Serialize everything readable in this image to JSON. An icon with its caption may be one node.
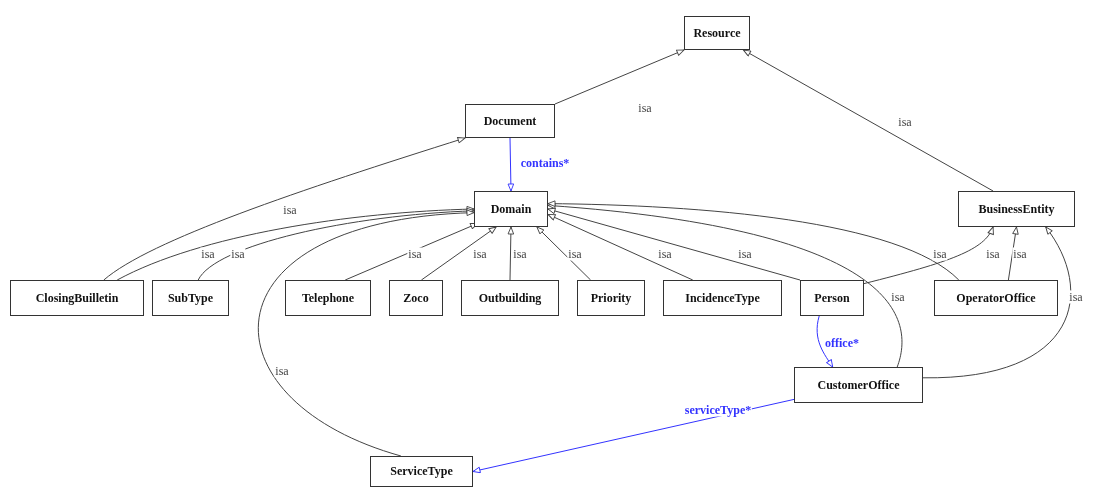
{
  "diagram": {
    "nodes": [
      {
        "text": [
          "Resource"
        ]
      },
      {
        "text": [
          "Document"
        ]
      },
      {
        "text": [
          "Domain"
        ]
      },
      {
        "text": [
          "BusinessEntity"
        ]
      },
      {
        "text": [
          "ClosingBuilletin"
        ]
      },
      {
        "text": [
          "SubType"
        ]
      },
      {
        "text": [
          "Telephone"
        ]
      },
      {
        "text": [
          "Zoco"
        ]
      },
      {
        "text": [
          "Outbuilding"
        ]
      },
      {
        "text": [
          "Priority"
        ]
      },
      {
        "text": [
          "IncidenceType"
        ]
      },
      {
        "text": [
          "Person"
        ]
      },
      {
        "text": [
          "OperatorOffice"
        ]
      },
      {
        "text": [
          "CustomerOffice"
        ]
      },
      {
        "text": [
          "ServiceType"
        ]
      }
    ],
    "edges": [
      {
        "from": 1,
        "to": 0,
        "arrow": "to",
        "label": "isa"
      },
      {
        "from": 3,
        "to": 0,
        "arrow": "to",
        "label": "isa"
      },
      {
        "from": 1,
        "to": 2,
        "arrow": "to",
        "label": "contains*",
        "color": "#3333ff"
      },
      {
        "from": 4,
        "to": 1,
        "arrow": "to",
        "label": "isa"
      },
      {
        "from": 4,
        "to": 2,
        "arrow": "to",
        "label": "isa"
      },
      {
        "from": 5,
        "to": 2,
        "arrow": "to",
        "label": "isa"
      },
      {
        "from": 14,
        "to": 2,
        "arrow": "to",
        "label": "isa"
      },
      {
        "from": 6,
        "to": 2,
        "arrow": "to",
        "label": "isa"
      },
      {
        "from": 7,
        "to": 2,
        "arrow": "to",
        "label": "isa"
      },
      {
        "from": 8,
        "to": 2,
        "arrow": "to",
        "label": "isa"
      },
      {
        "from": 9,
        "to": 2,
        "arrow": "to",
        "label": "isa"
      },
      {
        "from": 10,
        "to": 2,
        "arrow": "to",
        "label": "isa"
      },
      {
        "from": 11,
        "to": 2,
        "arrow": "to",
        "label": "isa"
      },
      {
        "from": 13,
        "to": 2,
        "arrow": "to",
        "label": "isa"
      },
      {
        "from": 12,
        "to": 2,
        "arrow": "to",
        "label": "isa"
      },
      {
        "from": 11,
        "to": 3,
        "arrow": "to",
        "label": "isa"
      },
      {
        "from": 12,
        "to": 3,
        "arrow": "to",
        "label": "isa"
      },
      {
        "from": 13,
        "to": 3,
        "arrow": "to",
        "label": "isa"
      },
      {
        "from": 11,
        "to": 13,
        "arrow": "to",
        "label": "office*",
        "color": "#3333ff"
      },
      {
        "from": 13,
        "to": 14,
        "arrow": "to",
        "label": "serviceType*",
        "color": "#3333ff"
      }
    ]
  }
}
